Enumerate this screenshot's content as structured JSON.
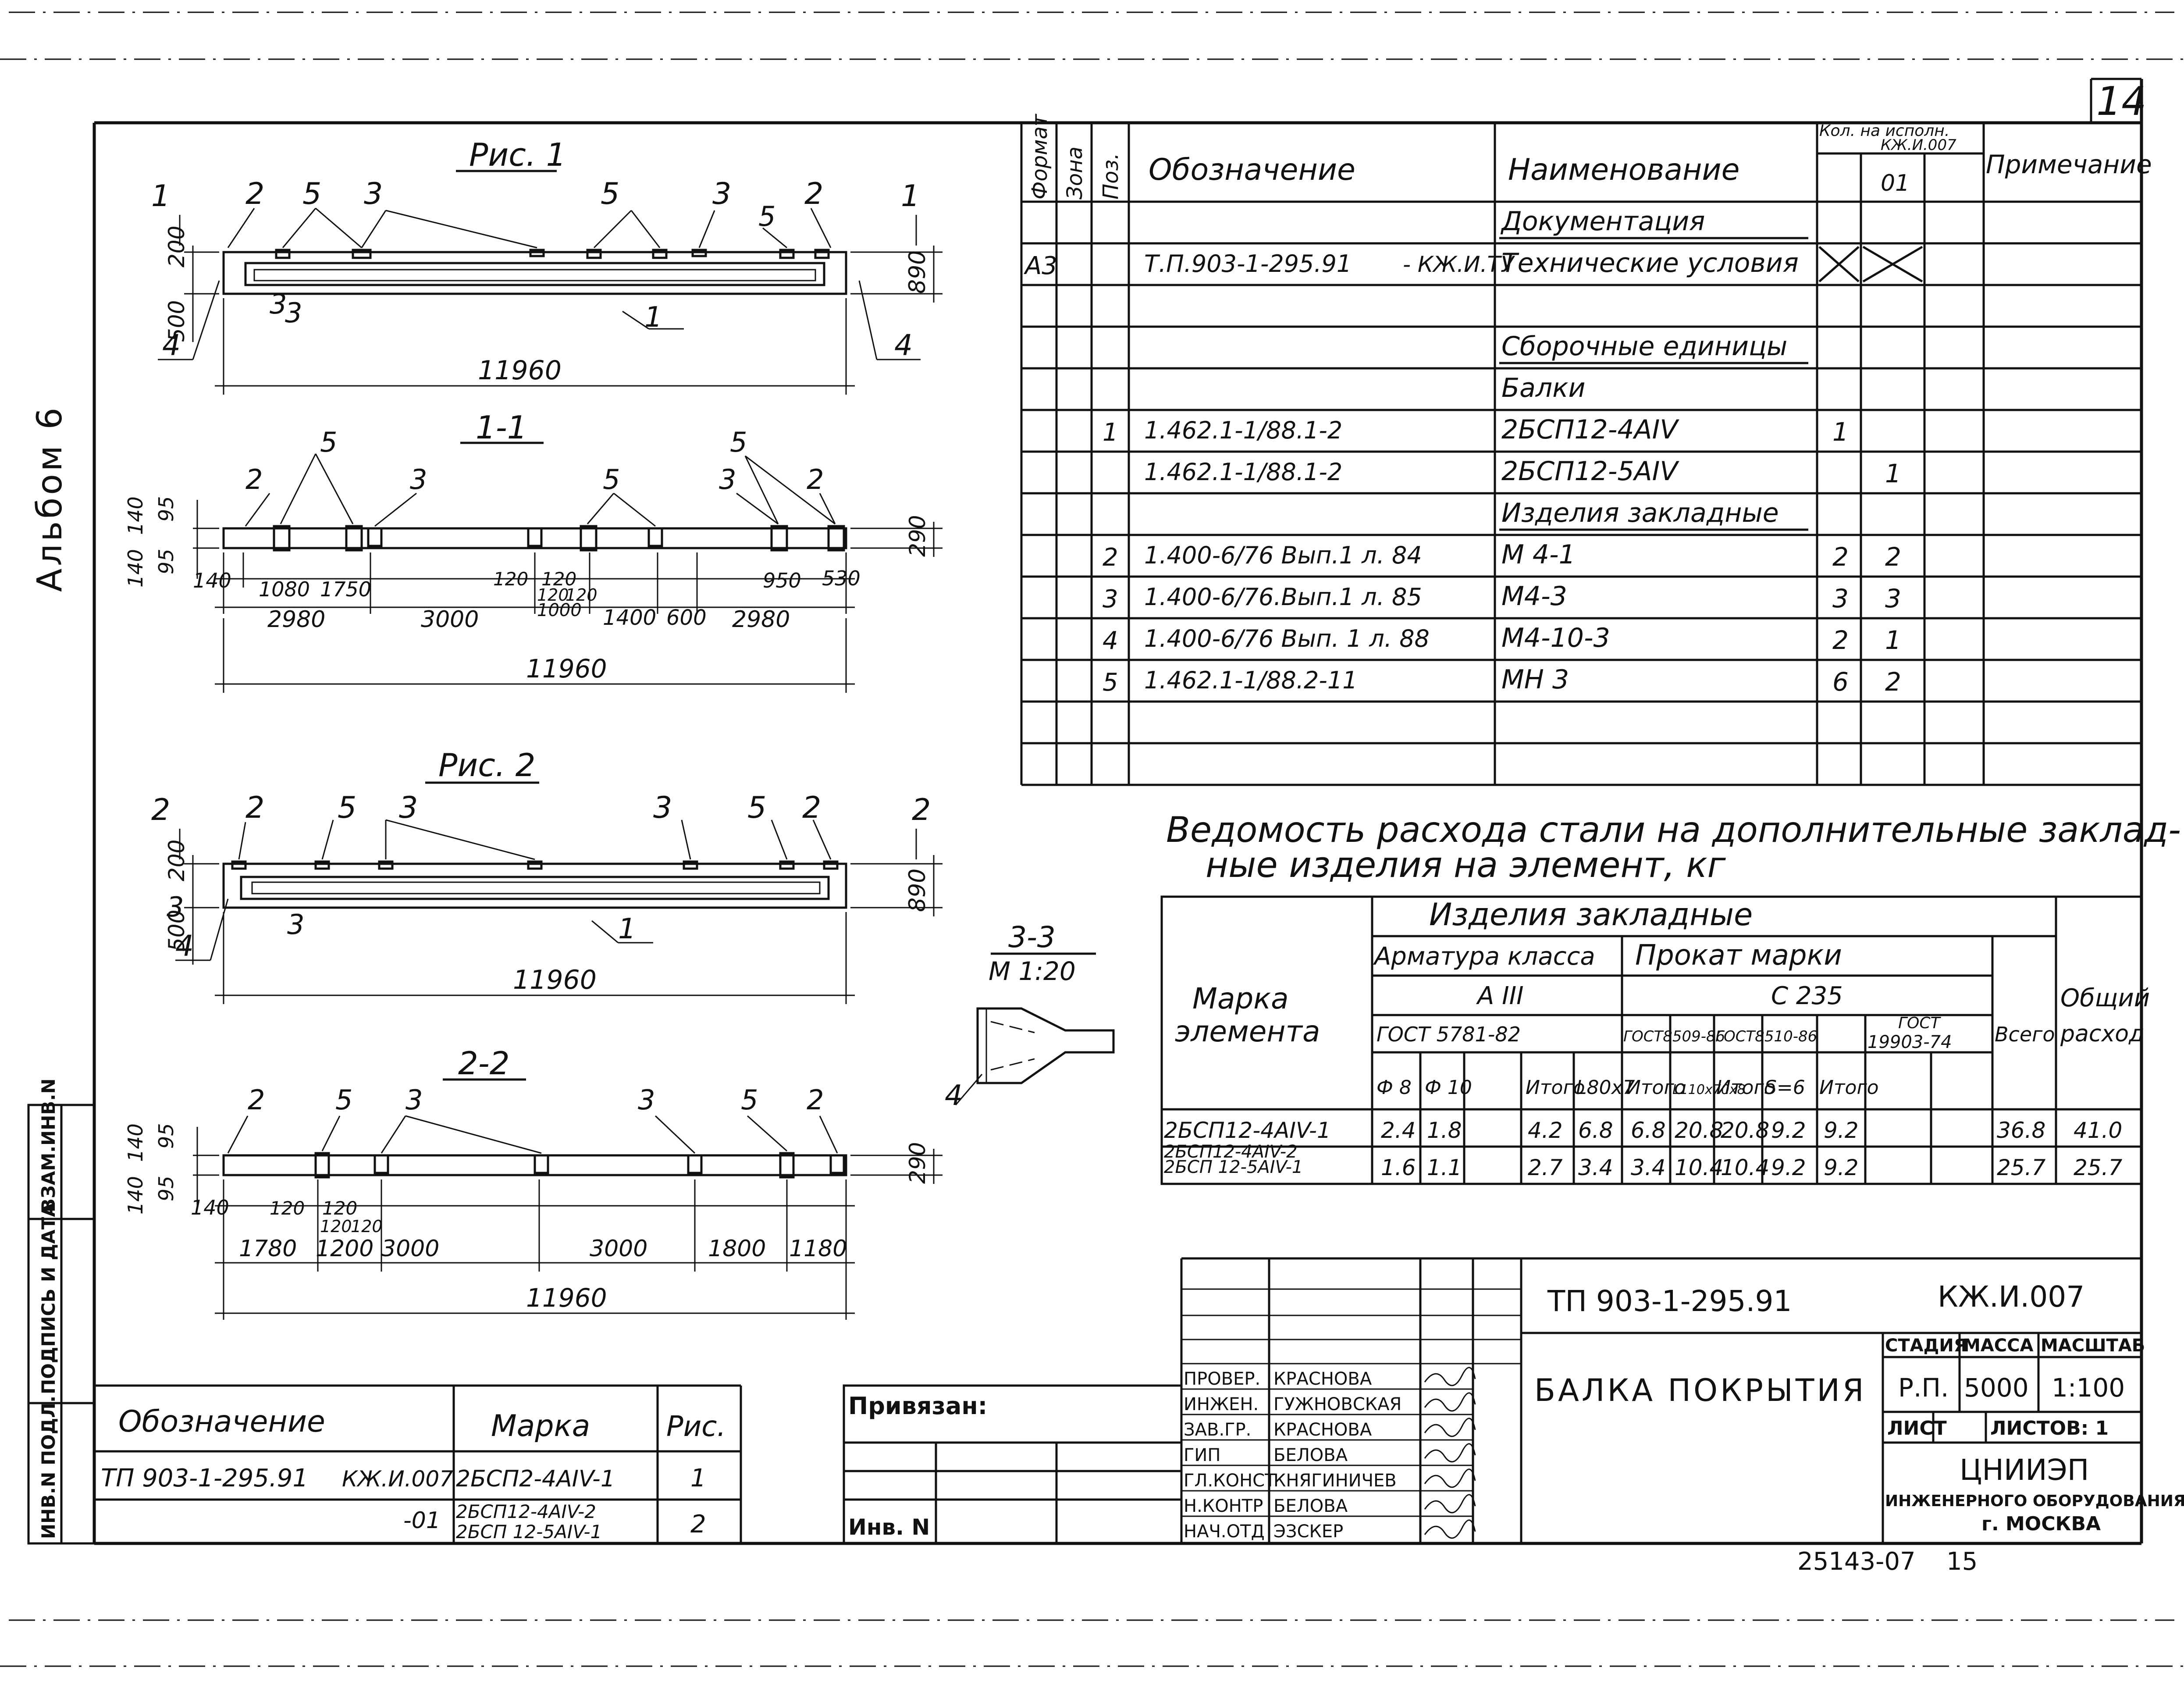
{
  "sheet": {
    "sheet_number": "14",
    "album": "Альбом 6",
    "side_stamp": [
      "ИНВ.N ПОДЛ.",
      "ПОДПИСЬ И ДАТА",
      "ВЗАМ.ИНВ.N"
    ],
    "footer_code": "25143-07",
    "footer_page": "15"
  },
  "fig1": {
    "title": "Рис. 1",
    "callouts_top": [
      "1",
      "2",
      "5",
      "3",
      "5",
      "3",
      "2",
      "1"
    ],
    "callout_5_right": "5",
    "left_dims": [
      "500",
      "200"
    ],
    "section_mark": "3",
    "callout_3_bottom": "3",
    "callout_4_left": "4",
    "callout_4_right": "4",
    "callout_1": "1",
    "height_dim": "890",
    "length_dim": "11960"
  },
  "sec11": {
    "title": "1-1",
    "callouts": [
      "5",
      "5",
      "2",
      "3",
      "5",
      "3",
      "2"
    ],
    "left_dims": [
      "140",
      "140",
      "95",
      "95"
    ],
    "small_dims": [
      "140",
      "1080",
      "1750",
      "120",
      "120",
      "120",
      "120",
      "1000",
      "950",
      "530"
    ],
    "main_dims": [
      "2980",
      "3000",
      "1400",
      "600",
      "2980"
    ],
    "height_dim": "290",
    "length_dim": "11960"
  },
  "fig2": {
    "title": "Рис. 2",
    "callouts_top": [
      "2",
      "2",
      "5",
      "3",
      "3",
      "5",
      "2",
      "2"
    ],
    "left_dims": [
      "500",
      "200"
    ],
    "section_mark": "3",
    "callout_3_bottom": "3",
    "callout_4": "4",
    "callout_1": "1",
    "height_dim": "890",
    "length_dim": "11960"
  },
  "sec22": {
    "title": "2-2",
    "callouts": [
      "2",
      "5",
      "3",
      "3",
      "5",
      "2"
    ],
    "left_dims": [
      "140",
      "140",
      "95",
      "95"
    ],
    "small_dims": [
      "140",
      "120",
      "120",
      "120",
      "120"
    ],
    "main_dims": [
      "1780",
      "1200",
      "3000",
      "3000",
      "1800",
      "1180"
    ],
    "height_dim": "290",
    "length_dim": "11960"
  },
  "sec33": {
    "title": "3-3",
    "scale": "М 1:20",
    "callout": "4"
  },
  "spec": {
    "headers": {
      "format": "Формат",
      "zone": "Зона",
      "pos": "Поз.",
      "designation": "Обозначение",
      "name": "Наименование",
      "qty": "Кол. на исполн.",
      "qty2": "КЖ.И.007",
      "var": "01",
      "note": "Примечание"
    },
    "rows": [
      {
        "format": "",
        "pos": "",
        "designation": "",
        "name": "Документация",
        "q1": "",
        "q2": "",
        "underline": true
      },
      {
        "format": "А3",
        "pos": "",
        "designation": "Т.П.903-1-295.91",
        "designation_suffix": "- КЖ.И.ТУ",
        "name": "Технические условия",
        "q1": "",
        "q2": "",
        "cross": true
      },
      {
        "format": "",
        "pos": "",
        "designation": "",
        "name": "",
        "q1": "",
        "q2": ""
      },
      {
        "format": "",
        "pos": "",
        "designation": "",
        "name": "Сборочные единицы",
        "q1": "",
        "q2": "",
        "underline": true
      },
      {
        "format": "",
        "pos": "",
        "designation": "",
        "name": "Балки",
        "q1": "",
        "q2": ""
      },
      {
        "format": "",
        "pos": "1",
        "designation": "1.462.1-1/88.1-2",
        "name": "2БСП12-4АIV",
        "q1": "1",
        "q2": ""
      },
      {
        "format": "",
        "pos": "",
        "designation": "1.462.1-1/88.1-2",
        "name": "2БСП12-5АIV",
        "q1": "",
        "q2": "1"
      },
      {
        "format": "",
        "pos": "",
        "designation": "",
        "name": "Изделия закладные",
        "q1": "",
        "q2": "",
        "underline": true
      },
      {
        "format": "",
        "pos": "2",
        "designation": "1.400-6/76 Вып.1 л. 84",
        "name": "М 4-1",
        "q1": "2",
        "q2": "2"
      },
      {
        "format": "",
        "pos": "3",
        "designation": "1.400-6/76.Вып.1 л. 85",
        "name": "М4-3",
        "q1": "3",
        "q2": "3"
      },
      {
        "format": "",
        "pos": "4",
        "designation": "1.400-6/76 Вып. 1 л. 88",
        "name": "М4-10-3",
        "q1": "2",
        "q2": "1"
      },
      {
        "format": "",
        "pos": "5",
        "designation": "1.462.1-1/88.2-11",
        "name": "МН 3",
        "q1": "6",
        "q2": "2"
      },
      {
        "format": "",
        "pos": "",
        "designation": "",
        "name": "",
        "q1": "",
        "q2": ""
      },
      {
        "format": "",
        "pos": "",
        "designation": "",
        "name": "",
        "q1": "",
        "q2": ""
      }
    ]
  },
  "steel": {
    "title_line1": "Ведомость расхода стали на дополнительные заклад-",
    "title_line2": "ные изделия на элемент, кг",
    "h_embedded": "Изделия закладные",
    "h_rebar": "Арматура класса",
    "h_rolled": "Прокат марки",
    "h_mark": "Марка элемента",
    "h_mark1": "Марка",
    "h_mark2": "элемента",
    "h_a3": "А III",
    "h_c235": "С 235",
    "h_gost5781": "ГОСТ 5781-82",
    "h_gost8509": "ГОСТ8509-86",
    "h_gost8510": "ГОСТ8510-86",
    "h_gost19903_a": "ГОСТ",
    "h_gost19903_b": "19903-74",
    "h_total": "Всего",
    "h_general1": "Общий",
    "h_general2": "расход",
    "sub": [
      "Ф 8",
      "Ф 10",
      "",
      "Итого",
      "L80x7",
      "Итого",
      "L110x70x8",
      "Итого",
      "S=6",
      "Итого"
    ],
    "rows": [
      {
        "mark": "2БСП12-4АIV-1",
        "vals": [
          "2.4",
          "1.8",
          "",
          "4.2",
          "6.8",
          "6.8",
          "20.8",
          "20.8",
          "9.2",
          "9.2",
          "36.8",
          "41.0"
        ]
      },
      {
        "mark": "2БСП12-4АIV-2",
        "mark2": "2БСП 12-5АIV-1",
        "vals": [
          "1.6",
          "1.1",
          "",
          "2.7",
          "3.4",
          "3.4",
          "10.4",
          "10.4",
          "9.2",
          "9.2",
          "25.7",
          "25.7"
        ]
      }
    ]
  },
  "index": {
    "h_designation": "Обозначение",
    "h_mark": "Марка",
    "h_fig": "Рис.",
    "rows": [
      {
        "designation": "ТП 903-1-295.91",
        "suffix": "КЖ.И.007",
        "mark": "2БСП2-4АIV-1",
        "mark2": "",
        "fig": "1"
      },
      {
        "designation": "",
        "suffix": "-01",
        "mark": "2БСП12-4АIV-2",
        "mark2": "2БСП 12-5АIV-1",
        "fig": "2"
      }
    ]
  },
  "binding": {
    "privyazan": "Привязан:",
    "inv": "Инв. N"
  },
  "title_block": {
    "doc_code": "ТП 903-1-295.91",
    "doc_sheet": "КЖ.И.007",
    "title": "БАЛКА ПОКРЫТИЯ",
    "h_stage": "СТАДИЯ",
    "h_mass": "МАССА",
    "h_scale": "МАСШТАБ",
    "stage": "Р.П.",
    "mass": "5000",
    "scale": "1:100",
    "sheet": "ЛИСТ",
    "sheets": "ЛИСТОВ: 1",
    "org1": "ЦНИИЭП",
    "org2": "ИНЖЕНЕРНОГО ОБОРУДОВАНИЯ",
    "org3": "г. МОСКВА",
    "signers": [
      {
        "role": "ПРОВЕР.",
        "name": "КРАСНОВА"
      },
      {
        "role": "ИНЖЕН.",
        "name": "ГУЖНОВСКАЯ"
      },
      {
        "role": "ЗАВ.ГР.",
        "name": "КРАСНОВА"
      },
      {
        "role": "ГИП",
        "name": "БЕЛОВА"
      },
      {
        "role": "ГЛ.КОНСТ",
        "name": "КНЯГИНИЧЕВ"
      },
      {
        "role": "Н.КОНТР",
        "name": "БЕЛОВА"
      },
      {
        "role": "НАЧ.ОТД",
        "name": "ЭЗСКЕР"
      }
    ]
  }
}
